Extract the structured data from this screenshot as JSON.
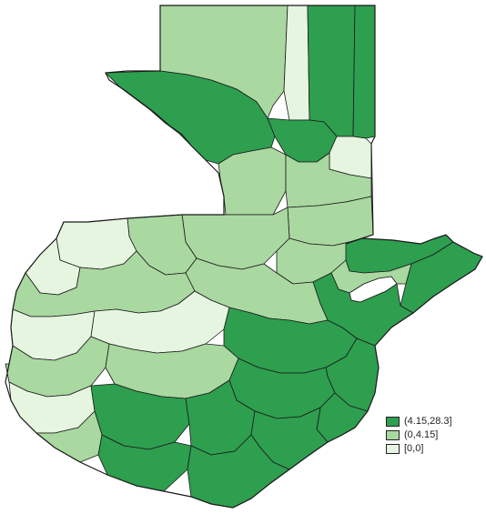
{
  "legend": {
    "classes": [
      {
        "label": "(4.15,28.3]",
        "color": "#2e9e4f",
        "name": "high"
      },
      {
        "label": "(0,4.15]",
        "color": "#a9d8a0",
        "name": "mid"
      },
      {
        "label": "[0,0]",
        "color": "#e6f5e0",
        "name": "zero"
      }
    ]
  },
  "colors": {
    "outline": "#1a1a1a",
    "background": "#ffffff",
    "lake": "#ffffff"
  }
}
